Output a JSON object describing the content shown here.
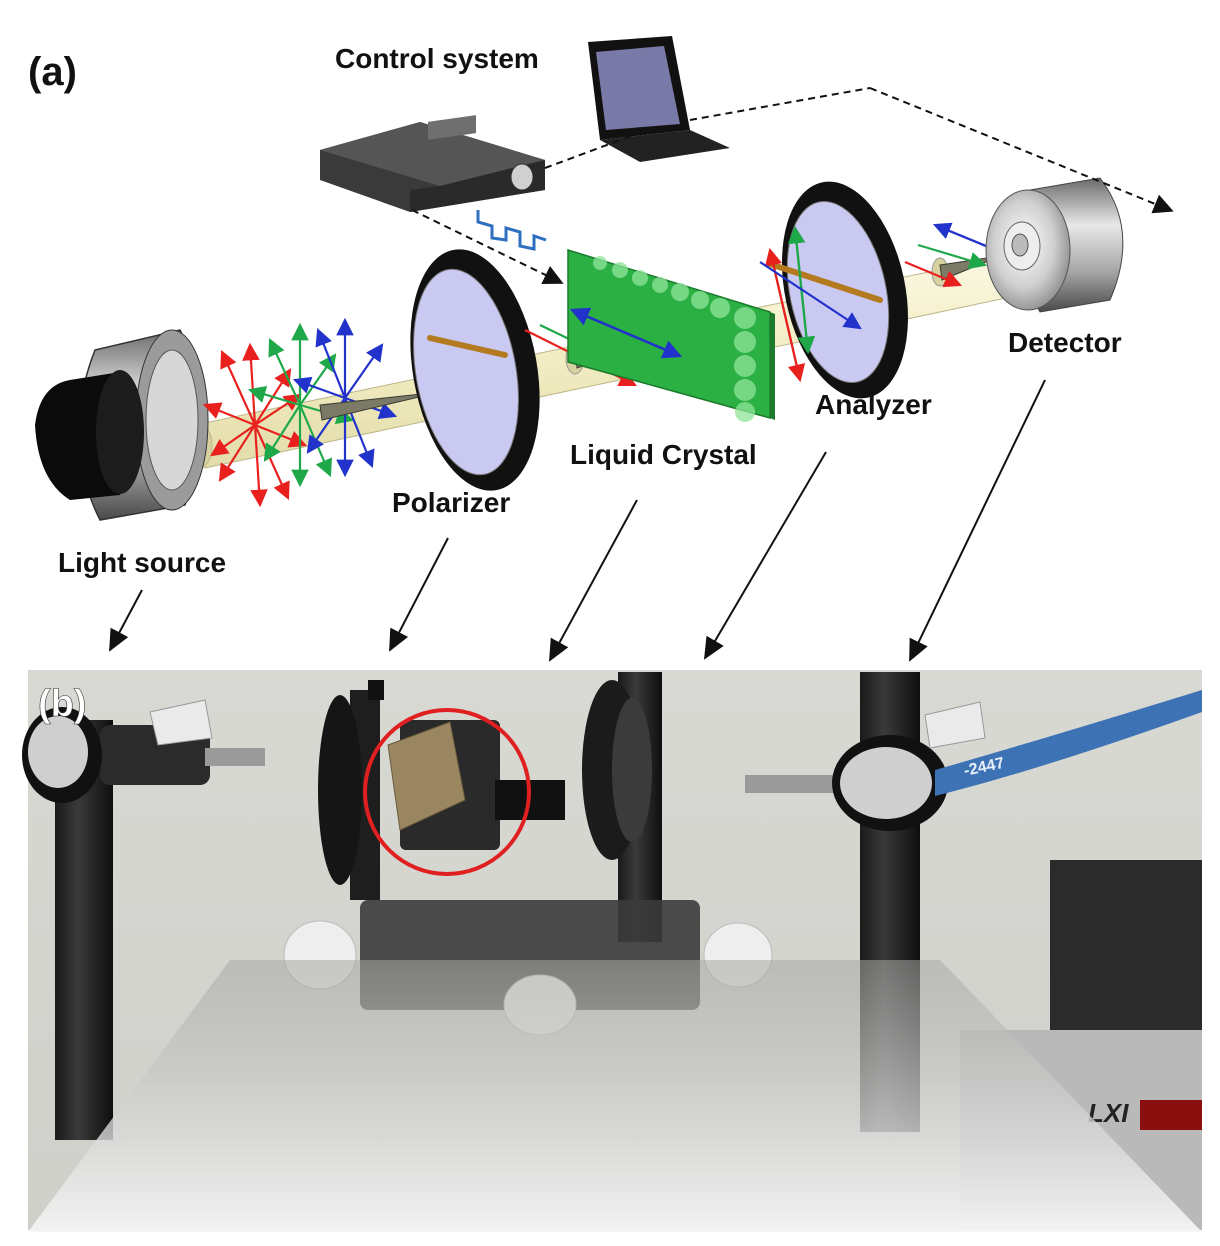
{
  "panel_a": {
    "label": "(a)",
    "components": {
      "control_system": "Control system",
      "light_source": "Light source",
      "polarizer": "Polarizer",
      "liquid_crystal": "Liquid Crystal",
      "analyzer": "Analyzer",
      "detector": "Detector"
    }
  },
  "panel_b": {
    "label": "(b)",
    "photo_text": {
      "cable_tag": "-2447",
      "instrument_logo": "LXI"
    }
  },
  "colors": {
    "polarization_red": "#e8211f",
    "polarization_green": "#1fa84a",
    "polarization_blue": "#2233cc",
    "lc_panel": "#3cb83a",
    "optic_glass": "#c9c9f2",
    "beam": "#f3efc8",
    "highlight_circle": "#e02020"
  }
}
